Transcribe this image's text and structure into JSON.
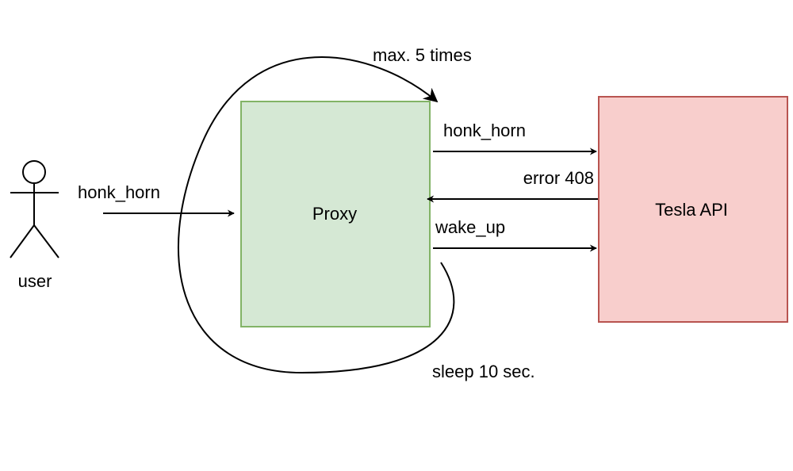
{
  "actor": {
    "label": "user"
  },
  "nodes": {
    "proxy": {
      "label": "Proxy",
      "fill": "#d5e8d4",
      "stroke": "#82b366"
    },
    "tesla_api": {
      "label": "Tesla API",
      "fill": "#f8cecc",
      "stroke": "#b85450"
    }
  },
  "edges": {
    "user_to_proxy": "honk_horn",
    "proxy_to_api_honk": "honk_horn",
    "api_to_proxy_error": "error 408",
    "proxy_to_api_wake": "wake_up"
  },
  "loop": {
    "top_label": "max. 5 times",
    "bottom_label": "sleep 10 sec."
  }
}
